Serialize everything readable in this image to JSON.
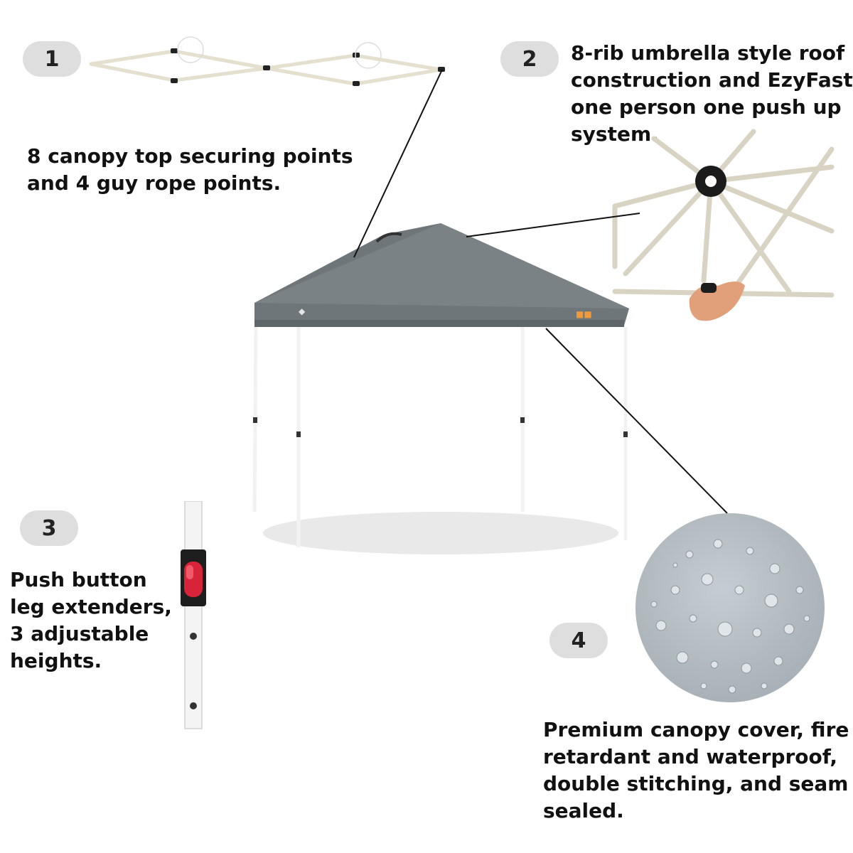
{
  "badges": {
    "b1": "1",
    "b2": "2",
    "b3": "3",
    "b4": "4"
  },
  "captions": {
    "c1": [
      "8 canopy top securing points",
      "and 4 guy rope points."
    ],
    "c2": [
      "8-rib umbrella style roof",
      "construction and EzyFast",
      "one person one push up",
      "system."
    ],
    "c3": [
      "Push button",
      "leg extenders,",
      "3 adjustable",
      "heights."
    ],
    "c4": [
      "Premium canopy cover, fire",
      "retardant and waterproof,",
      "double stitching, and seam",
      "sealed."
    ]
  },
  "colors": {
    "badge_bg": "#dedede",
    "canopy": "#6f767a",
    "frame": "#e4e0d4",
    "leg_button": "#d8243a"
  }
}
